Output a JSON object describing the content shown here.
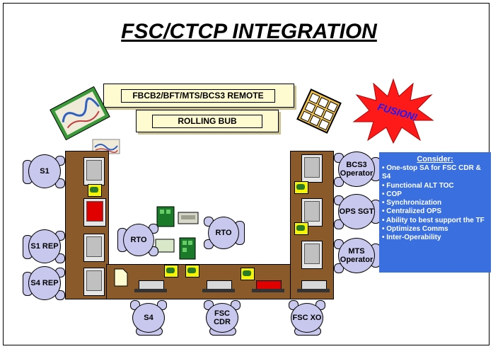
{
  "title": "FSC/CTCP INTEGRATION",
  "remote_label": "FBCB2/BFT/MTS/BCS3 REMOTE",
  "bub_label": "ROLLING BUB",
  "fusion_label": "FUSION!",
  "personnel": {
    "s1": "S1",
    "s1_rep": "S1 REP",
    "s4_rep": "S4 REP",
    "rto_left": "RTO",
    "rto_right": "RTO",
    "s4": "S4",
    "fsc_cdr": "FSC CDR",
    "fsc_xo": "FSC XO",
    "bcs3": "BCS3 Operator",
    "ops_sgt": "OPS SGT",
    "mts": "MTS Operator"
  },
  "consider": {
    "heading": "Consider:",
    "items": [
      "• One-stop SA for FSC CDR & S4",
      "• Functional ALT TOC",
      "• COP",
      "• Synchronization",
      "• Centralized OPS",
      "• Ability to best support the TF",
      "• Optimizes Comms",
      "• Inter-Operability"
    ]
  },
  "colors": {
    "desk": "#8b5a2b",
    "person": "#c8c8ee",
    "consider_bg": "#3a6fe0",
    "fusion_text": "#1a1aff",
    "fusion_burst": "#ff1a1a"
  }
}
